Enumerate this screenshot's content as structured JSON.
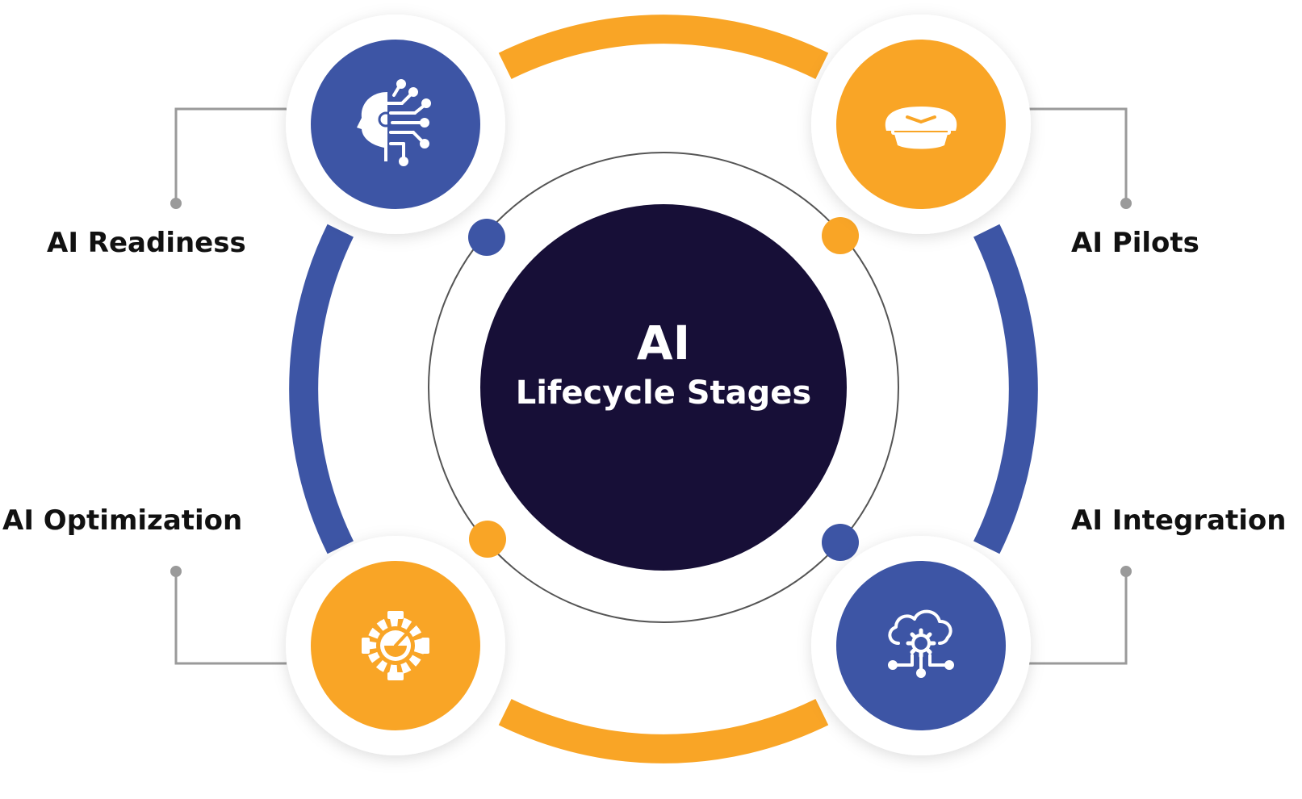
{
  "center": {
    "line1": "AI",
    "line2": "Lifecycle Stages"
  },
  "stages": [
    {
      "key": "readiness",
      "label": "AI Readiness",
      "icon": "ai-head-circuit-icon",
      "color": "#3d55a5"
    },
    {
      "key": "pilots",
      "label": "AI Pilots",
      "icon": "pilot-cap-icon",
      "color": "#f9a526"
    },
    {
      "key": "integration",
      "label": "AI Integration",
      "icon": "cloud-gear-network-icon",
      "color": "#3d55a5"
    },
    {
      "key": "optimization",
      "label": "AI Optimization",
      "icon": "gear-speedometer-icon",
      "color": "#f9a526"
    }
  ],
  "colors": {
    "blue": "#3d55a5",
    "orange": "#f9a526",
    "navy": "#170f37",
    "connector": "#9a9a9a"
  }
}
